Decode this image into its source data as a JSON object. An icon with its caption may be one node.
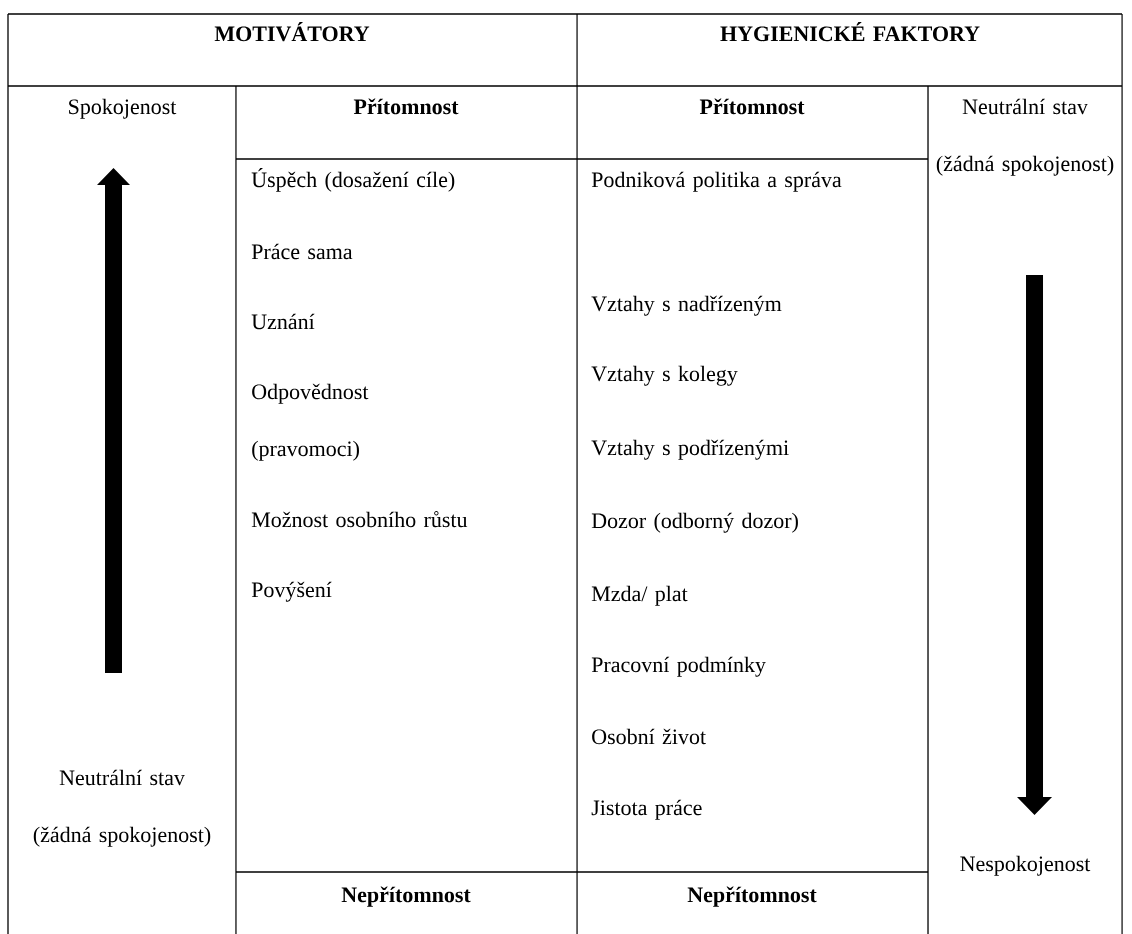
{
  "diagram": {
    "labels": [
      "MOTIVÁTORY",
      "HYGIENICKÉ FAKTORY",
      "Spokojenost",
      "Přítomnost",
      "Přítomnost",
      "Neutrální stav (žádná spokojenost)",
      "Úspěch (dosažení cíle)",
      "Práce sama",
      "Uznání",
      "Odpovědnost (pravomoci)",
      "Možnost osobního růstu",
      "Povýšení",
      "Podniková politika a správa",
      "Vztahy s nadřízeným",
      "Vztahy s kolegy",
      "Vztahy s podřízenými",
      "Dozor (odborný dozor)",
      "Mzda/ plat",
      "Pracovní podmínky",
      "Osobní život",
      "Jistota práce",
      "Neutrální stav (žádná spokojenost)",
      "Nespokojenost",
      "Nepřítomnost",
      "Nepřítomnost"
    ]
  }
}
